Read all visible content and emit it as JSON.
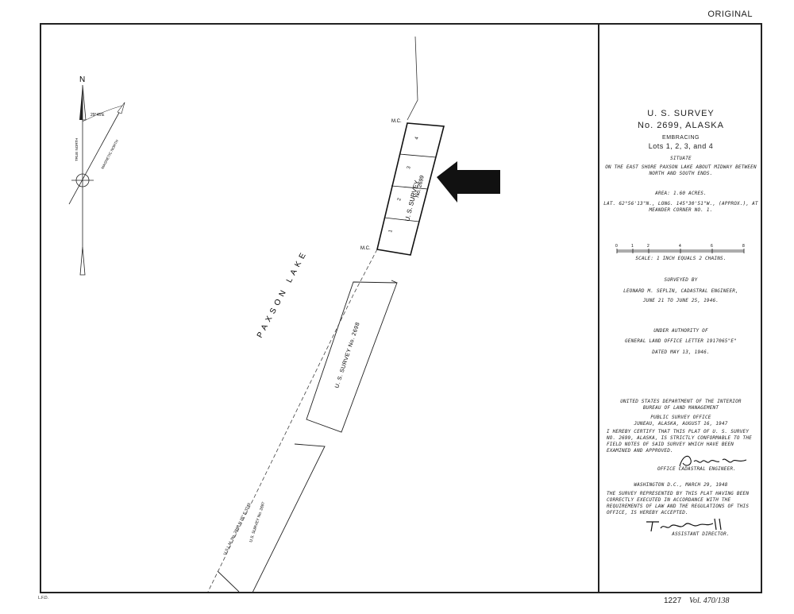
{
  "stamp": "ORIGINAL",
  "map": {
    "north_label": "N",
    "true_north": "TRUE NORTH",
    "magnetic_north": "MAGNETIC NORTH",
    "declination": "29°45'E",
    "lake_label": "PAXSON LAKE",
    "survey_main_label": "U. S. SURVEY",
    "survey_main_no": "No. 2699",
    "survey_2698": "U. S. SURVEY No. 2698",
    "survey_2697": "U.S. SURVEY No. 2697",
    "meander_line": "U.S.L.M. No. 2698  N 26° E  3745",
    "mc_top": "M.C.",
    "mc_bottom": "M.C.",
    "lots": [
      "1",
      "2",
      "3",
      "4"
    ]
  },
  "panel": {
    "title_line1": "U. S. SURVEY",
    "title_line2": "No. 2699, ALASKA",
    "embracing": "EMBRACING",
    "lots": "Lots 1, 2, 3, and 4",
    "situate": "SITUATE",
    "situate_desc": "ON THE EAST SHORE PAXSON LAKE ABOUT MIDWAY BETWEEN NORTH AND SOUTH ENDS.",
    "area": "AREA: 1.60 ACRES.",
    "latlong": "LAT. 62°56'13\"N., LONG. 145°30'51\"W., (APPROX.), AT MEANDER CORNER NO. 1.",
    "scale_ticks": [
      "0",
      "1",
      "2",
      "4",
      "6",
      "8"
    ],
    "scale_text": "SCALE: 1 INCH EQUALS 2 CHAINS.",
    "surveyed_by": "SURVEYED BY",
    "surveyor": "LEONARD M. SEPLIN, CADASTRAL ENGINEER,",
    "survey_dates": "JUNE 21 TO JUNE 25, 1946.",
    "under_authority": "UNDER AUTHORITY OF",
    "letter": "GENERAL LAND OFFICE LETTER 1917065\"E\"",
    "dated": "DATED MAY 13, 1946.",
    "department": "UNITED STATES DEPARTMENT OF THE INTERIOR",
    "bureau": "BUREAU OF LAND MANAGEMENT",
    "office": "PUBLIC SURVEY OFFICE",
    "office_date": "JUNEAU, ALASKA, AUGUST 16, 1947",
    "certify": "I HEREBY CERTIFY THAT THIS PLAT OF U. S. SURVEY NO. 2699, ALASKA, IS STRICTLY CONFORMABLE TO THE FIELD NOTES OF SAID SURVEY WHICH HAVE BEEN EXAMINED AND APPROVED.",
    "engineer_title": "OFFICE CADASTRAL ENGINEER.",
    "washington": "WASHINGTON D.C., MARCH 29, 1948",
    "accepted": "THE SURVEY REPRESENTED BY THIS PLAT HAVING BEEN CORRECTLY EXECUTED IN ACCORDANCE WITH THE REQUIREMENTS OF LAW AND THE REGULATIONS OF THIS OFFICE, IS HEREBY ACCEPTED.",
    "director_title": "ASSISTANT DIRECTOR."
  },
  "footer": {
    "number": "1227",
    "volume": "Vol. 470/138",
    "corner": "L.F.D."
  }
}
